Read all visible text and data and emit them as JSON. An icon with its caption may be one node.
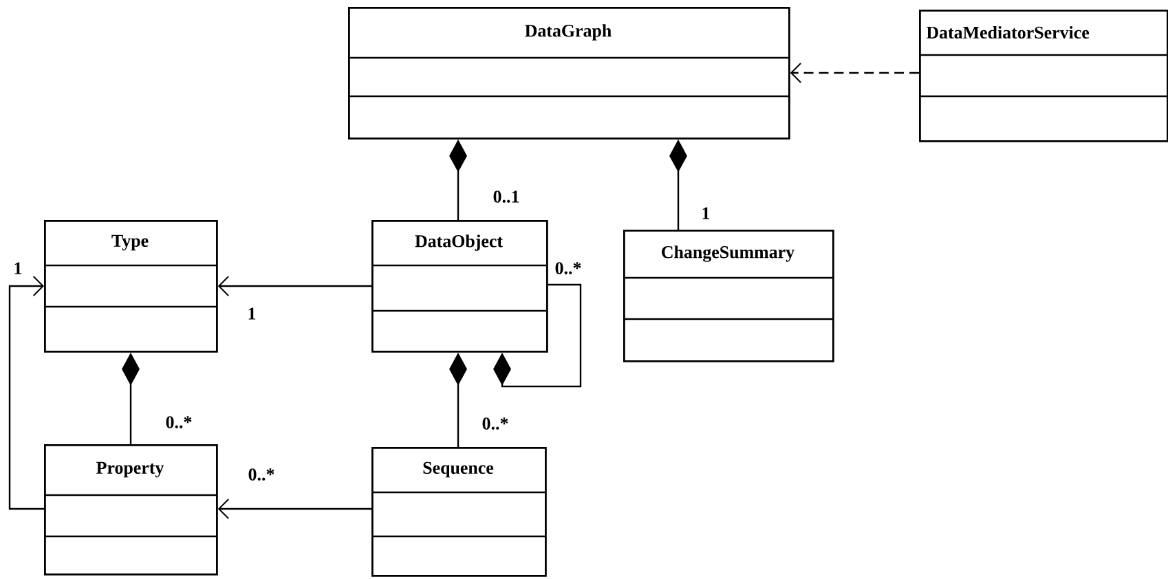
{
  "diagram": {
    "nodes": [
      {
        "text": [
          "DataGraph"
        ]
      },
      {
        "text": [
          "DataMediatorService"
        ]
      },
      {
        "text": [
          "Type"
        ]
      },
      {
        "text": [
          "DataObject"
        ]
      },
      {
        "text": [
          "ChangeSummary"
        ]
      },
      {
        "text": [
          "Property"
        ]
      },
      {
        "text": [
          "Sequence"
        ]
      }
    ],
    "edges": [
      {
        "from": 1,
        "to": 0,
        "arrow": "to",
        "style": "dashed"
      },
      {
        "from": 0,
        "to": 3,
        "arrow": "other",
        "label": "0..1"
      },
      {
        "from": 0,
        "to": 4,
        "arrow": "other",
        "label": "1"
      },
      {
        "from": 3,
        "to": 2,
        "arrow": "to",
        "label": "1"
      },
      {
        "from": 3,
        "to": 3,
        "arrow": "other",
        "label": "0..*"
      },
      {
        "from": 3,
        "to": 6,
        "arrow": "other",
        "label": "0..*"
      },
      {
        "from": 2,
        "to": 5,
        "arrow": "other",
        "label": "0..*"
      },
      {
        "from": 5,
        "to": 2,
        "arrow": "to",
        "label": "1"
      },
      {
        "from": 6,
        "to": 5,
        "arrow": "to",
        "label": "0..*"
      }
    ]
  }
}
